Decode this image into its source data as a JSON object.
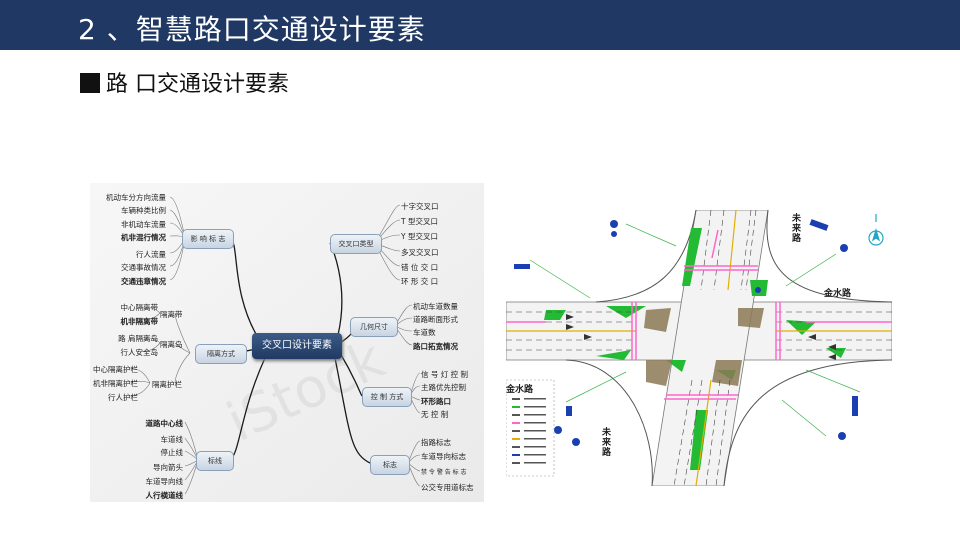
{
  "header": {
    "title": "2 、智慧路口交通设计要素"
  },
  "subtitle": {
    "text": "路 口交通设计要素"
  },
  "mindmap": {
    "center": "交叉口设计要素",
    "branches": {
      "left_top": {
        "label": "影 响 标 志",
        "items": [
          "机动车分方向流量",
          "车辆种类比例",
          "非机动车流量",
          "机非混行情况",
          "行人流量",
          "交通事故情况",
          "交通违章情况"
        ]
      },
      "left_mid": {
        "label": "隔离方式",
        "items": [
          "中心隔离带",
          "机非隔离带",
          "路 肩隔离岛",
          "行人安全岛",
          "中心隔离护栏",
          "机非隔离护栏",
          "行人护栏"
        ],
        "sub1": "隔离带",
        "sub2": "隔离岛",
        "sub3": "隔离护栏"
      },
      "left_bot": {
        "label": "标线",
        "items": [
          "道路中心线",
          "车道线",
          "停止线",
          "导向箭头",
          "车道导向线",
          "人行横道线"
        ]
      },
      "right_top": {
        "label": "交叉口类型",
        "items": [
          "十字交叉口",
          "T 型交叉口",
          "Y 型交叉口",
          "多叉交叉口",
          "错 位 交 口",
          "环 形 交 口"
        ]
      },
      "right_mid1": {
        "label": "几何尺寸",
        "items": [
          "机动车道数量",
          "道路断面形式",
          "车道数",
          "路口拓宽情况"
        ]
      },
      "right_mid2": {
        "label": "控 制 方式",
        "items": [
          "信 号 灯 控 制",
          "主路优先控制",
          "环形路口",
          "无 控 制"
        ]
      },
      "right_bot": {
        "label": "标志",
        "items": [
          "指路标志",
          "车道导向标志",
          "禁 令 警 告 标 志",
          "公交专用道标志"
        ]
      }
    }
  },
  "diagram": {
    "road_labels": [
      "未来路",
      "金水路",
      "金水路",
      "未来路"
    ],
    "legend_title": "图例",
    "colors": {
      "road": "#f4f4f4",
      "green": "#22bb33",
      "pink": "#ff66cc",
      "lane": "#444444",
      "brown": "#8a7a55",
      "blue": "#1a3fb0"
    }
  }
}
